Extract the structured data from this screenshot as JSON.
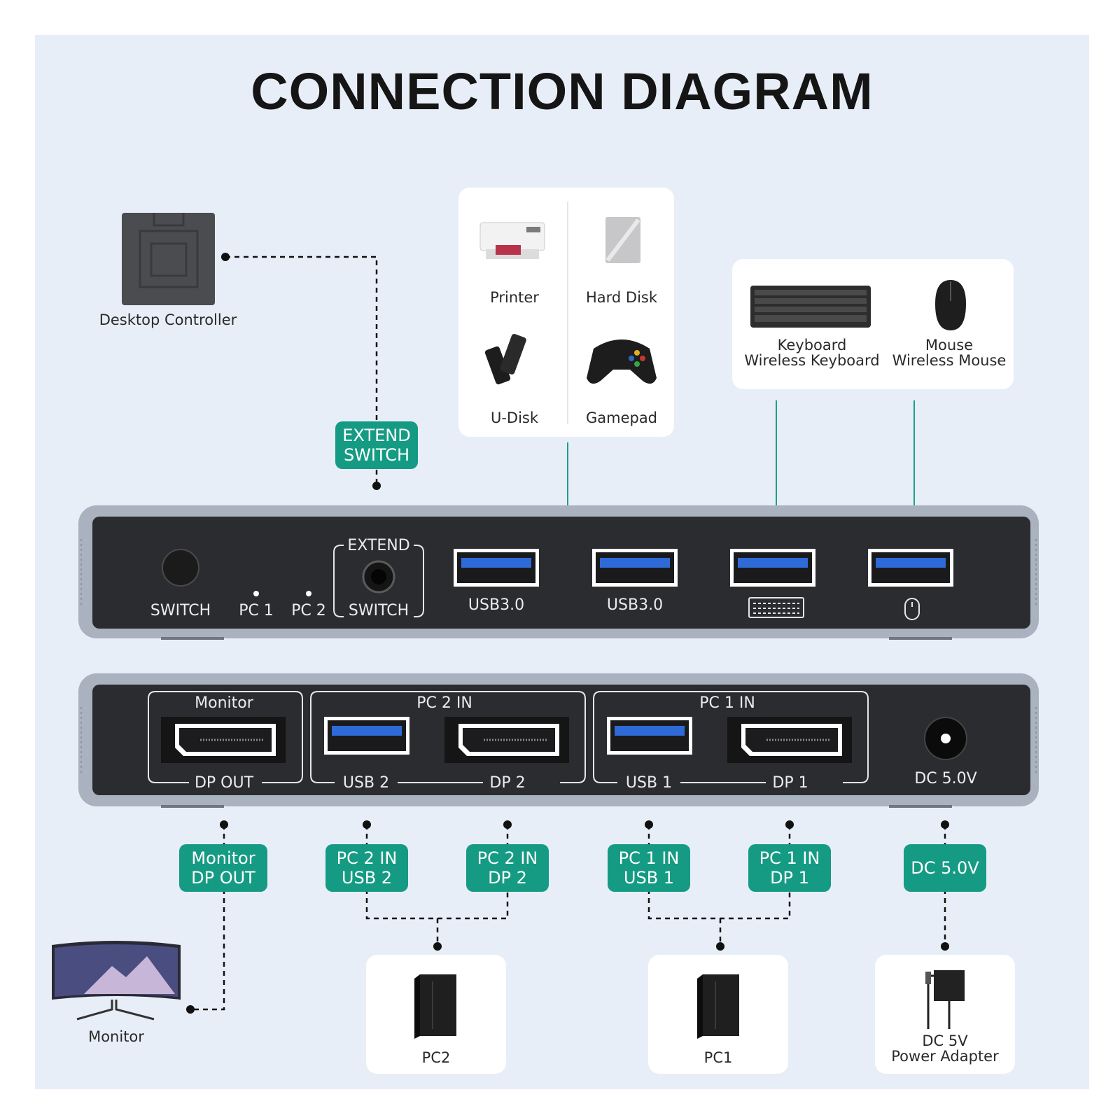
{
  "title": "CONNECTION DIAGRAM",
  "colors": {
    "background": "#e8eef8",
    "accent": "#159b83",
    "device": "#2b2c2f",
    "usb_blue": "#2f6bd8"
  },
  "peripherals": {
    "desktop_controller": "Desktop Controller",
    "printer": "Printer",
    "hard_disk": "Hard Disk",
    "u_disk": "U-Disk",
    "gamepad": "Gamepad",
    "keyboard": {
      "line1": "Keyboard",
      "line2": "Wireless Keyboard"
    },
    "mouse": {
      "line1": "Mouse",
      "line2": "Wireless Mouse"
    },
    "monitor": "Monitor",
    "pc2": "PC2",
    "pc1": "PC1",
    "power_adapter": {
      "line1": "DC 5V",
      "line2": "Power Adapter"
    }
  },
  "tags": {
    "extend_switch": {
      "line1": "EXTEND",
      "line2": "SWITCH"
    },
    "monitor_dp_out": {
      "line1": "Monitor",
      "line2": "DP OUT"
    },
    "pc2_usb2": {
      "line1": "PC 2 IN",
      "line2": "USB 2"
    },
    "pc2_dp2": {
      "line1": "PC 2 IN",
      "line2": "DP 2"
    },
    "pc1_usb1": {
      "line1": "PC 1 IN",
      "line2": "USB 1"
    },
    "pc1_dp1": {
      "line1": "PC 1 IN",
      "line2": "DP 1"
    },
    "dc": "DC 5.0V"
  },
  "front_panel": {
    "switch": "SWITCH",
    "pc1": "PC 1",
    "pc2": "PC 2",
    "extend_top": "EXTEND",
    "extend_bottom": "SWITCH",
    "usb_a": "USB3.0",
    "usb_b": "USB3.0",
    "keyboard_icon": "keyboard-icon",
    "mouse_icon": "mouse-icon"
  },
  "back_panel": {
    "monitor_header": "Monitor",
    "dp_out": "DP OUT",
    "pc2_in": "PC 2 IN",
    "usb2": "USB 2",
    "dp2": "DP 2",
    "pc1_in": "PC 1 IN",
    "usb1": "USB 1",
    "dp1": "DP 1",
    "dc": "DC 5.0V"
  }
}
